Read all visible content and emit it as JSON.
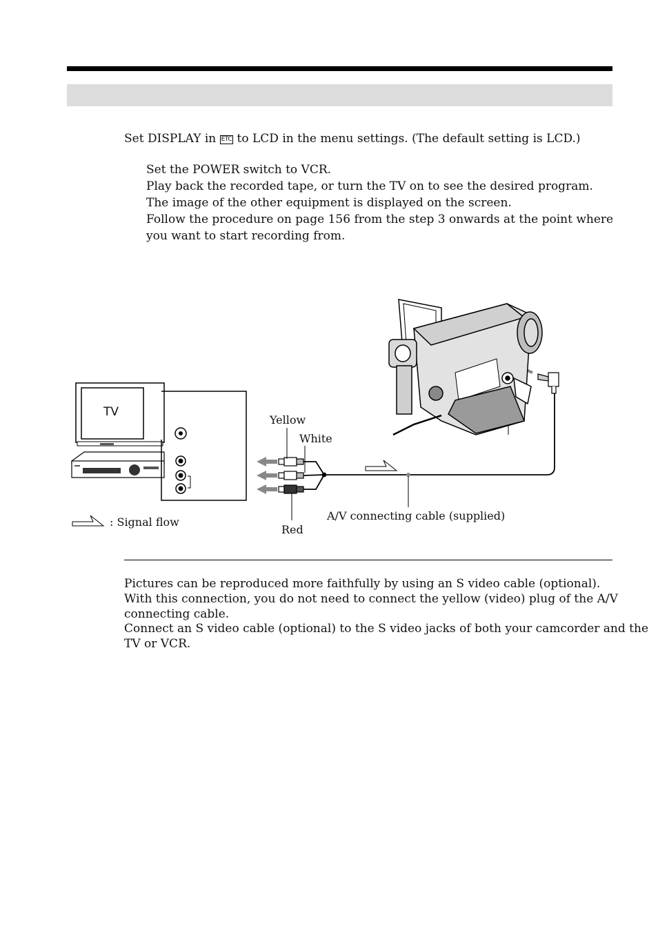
{
  "intro": {
    "before_icon": "Set DISPLAY in",
    "icon_text": "ETC",
    "after_icon": "to LCD in the menu settings. (The default setting is LCD.)"
  },
  "steps": [
    "Set the POWER switch to VCR.",
    "Play back the recorded tape, or turn the TV on to see the desired program.",
    "The image of the other equipment is displayed on the screen.",
    "Follow the procedure on page 156 from the step 3 onwards at the point where",
    "you want to start recording from."
  ],
  "diagram": {
    "tv_label": "TV",
    "yellow": "Yellow",
    "white": "White",
    "red": "Red",
    "cable": "A/V connecting cable (supplied)",
    "signal_flow": ": Signal flow"
  },
  "note": [
    "Pictures can be reproduced more faithfully by using an S video cable (optional).",
    "With this connection, you do not need to connect the yellow (video) plug of the A/V",
    "connecting cable.",
    "Connect an S video cable (optional) to the S video jacks of both your camcorder and the",
    "TV or VCR."
  ]
}
